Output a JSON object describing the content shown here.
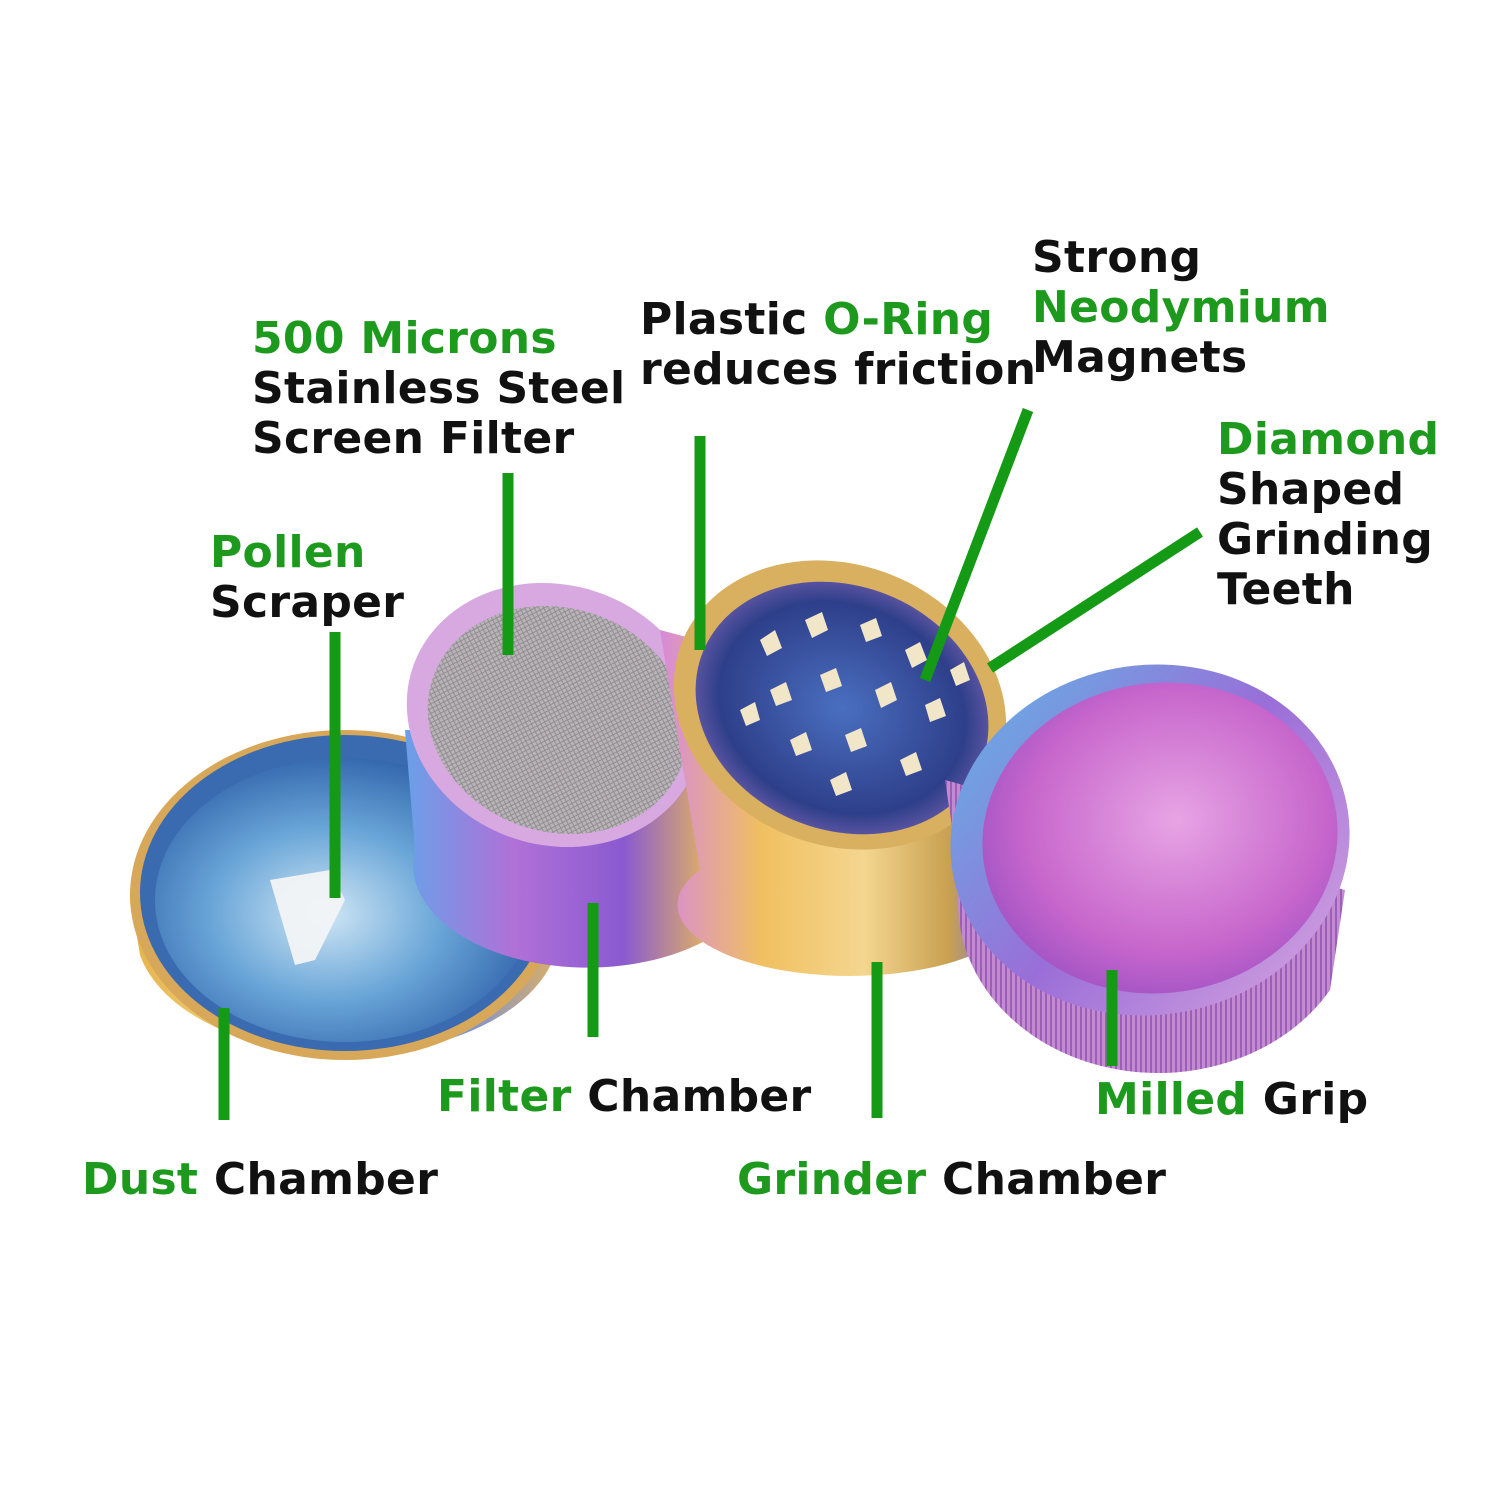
{
  "colors": {
    "accent_green": "#1d9a1d",
    "text_black": "#111111",
    "leader_green": "#159a15",
    "background": "#ffffff"
  },
  "labels": {
    "microns": {
      "l1_green": "500 Microns",
      "l2": "Stainless Steel",
      "l3": "Screen Filter"
    },
    "oring": {
      "l1_black": "Plastic",
      "l1_green": "O-Ring",
      "l2": "reduces friction"
    },
    "magnets": {
      "l1": "Strong",
      "l2_green": "Neodymium",
      "l3": "Magnets"
    },
    "teeth": {
      "l1_green": "Diamond",
      "l2": "Shaped",
      "l3": "Grinding",
      "l4": "Teeth"
    },
    "pollen": {
      "l1_green": "Pollen",
      "l2": "Scraper"
    },
    "filter_chamber": {
      "green": "Filter",
      "black": "Chamber"
    },
    "milled_grip": {
      "green": "Milled",
      "black": "Grip"
    },
    "dust_chamber": {
      "green": "Dust",
      "black": "Chamber"
    },
    "grinder_chamber": {
      "green": "Grinder",
      "black": "Chamber"
    }
  }
}
